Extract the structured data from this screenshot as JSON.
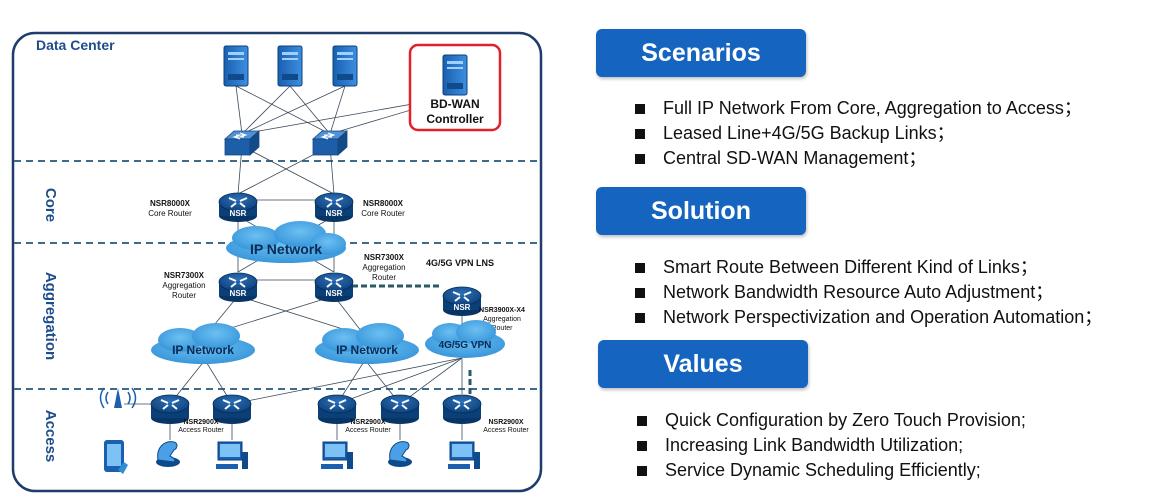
{
  "diagram": {
    "zones": {
      "data_center": "Data Center",
      "core": "Core",
      "aggregation": "Aggregation",
      "access": "Access"
    },
    "controller": {
      "line1": "BD-WAN",
      "line2": "Controller"
    },
    "core_routers": [
      {
        "model": "NSR8000X",
        "role": "Core Router"
      },
      {
        "model": "NSR8000X",
        "role": "Core Router"
      }
    ],
    "agg_routers": [
      {
        "model": "NSR7300X",
        "role1": "Aggregation",
        "role2": "Router"
      },
      {
        "model": "NSR7300X",
        "role1": "Aggregation",
        "role2": "Router"
      }
    ],
    "lns": {
      "label": "4G/5G VPN LNS",
      "model": "NSR3900X-X4",
      "role1": "Aggregation",
      "role2": "Router"
    },
    "clouds": {
      "core": "IP Network",
      "agg_left": "IP Network",
      "agg_mid": "IP Network",
      "vpn": "4G/5G VPN"
    },
    "access_routers": [
      {
        "model": "NSR2900X",
        "role": "Access Router"
      },
      {
        "model": "NSR2900X",
        "role": "Access Router"
      },
      {
        "model": "NSR2900X",
        "role": "Access Router"
      }
    ],
    "router_badge": "NSR",
    "colors": {
      "router": "#0b4d8e",
      "frame": "#1e3d6b",
      "controller_box": "#e0202a",
      "dashed": "#3f6b8a",
      "cloud": "#4aa3e0"
    }
  },
  "sections": [
    {
      "title": "Scenarios",
      "items": [
        "Full IP Network From Core, Aggregation to Access；",
        "Leased Line+4G/5G Backup Links；",
        "Central SD-WAN Management；"
      ]
    },
    {
      "title": "Solution",
      "items": [
        "Smart Route Between Different Kind of Links；",
        "Network Bandwidth Resource Auto Adjustment；",
        "Network Perspectivization and Operation Automation；"
      ]
    },
    {
      "title": "Values",
      "items": [
        "Quick Configuration by Zero Touch Provision;",
        "Increasing Link Bandwidth Utilization;",
        "Service Dynamic Scheduling Efficiently;"
      ]
    }
  ],
  "icons": [
    "server-icon",
    "switch-icon",
    "router-icon",
    "cloud-icon",
    "antenna-icon",
    "phone-icon",
    "ip-phone-icon",
    "computer-icon"
  ]
}
